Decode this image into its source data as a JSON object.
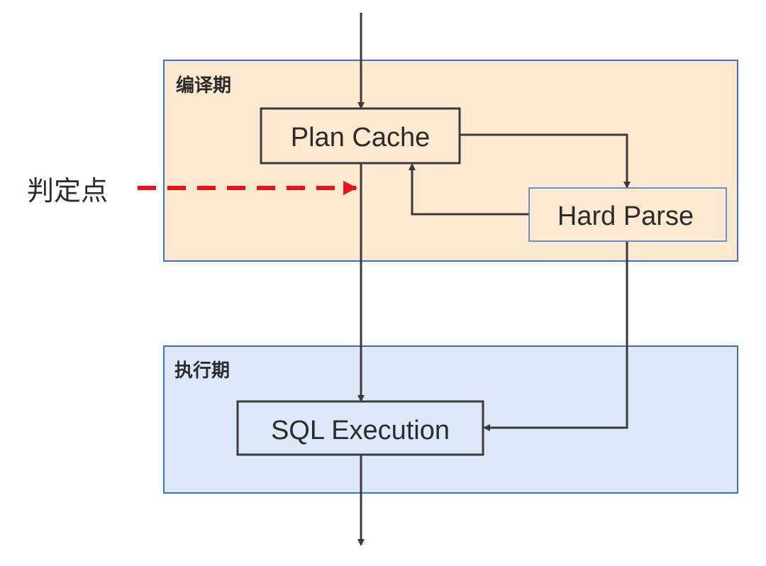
{
  "regions": {
    "compile": {
      "label": "编译期",
      "fill": "#fde9cf",
      "stroke": "#3b6fd8"
    },
    "execute": {
      "label": "执行期",
      "fill": "#dde9fb",
      "stroke": "#3b6fd8"
    }
  },
  "nodes": {
    "plan_cache": {
      "label": "Plan Cache"
    },
    "hard_parse": {
      "label": "Hard Parse"
    },
    "sql_execution": {
      "label": "SQL Execution"
    }
  },
  "decision_point": {
    "label": "判定点",
    "color": "#e8141b"
  },
  "colors": {
    "arrow": "#3a3a3a",
    "node_border": "#3a3a3a",
    "hard_parse_border": "#3b6fd8"
  }
}
